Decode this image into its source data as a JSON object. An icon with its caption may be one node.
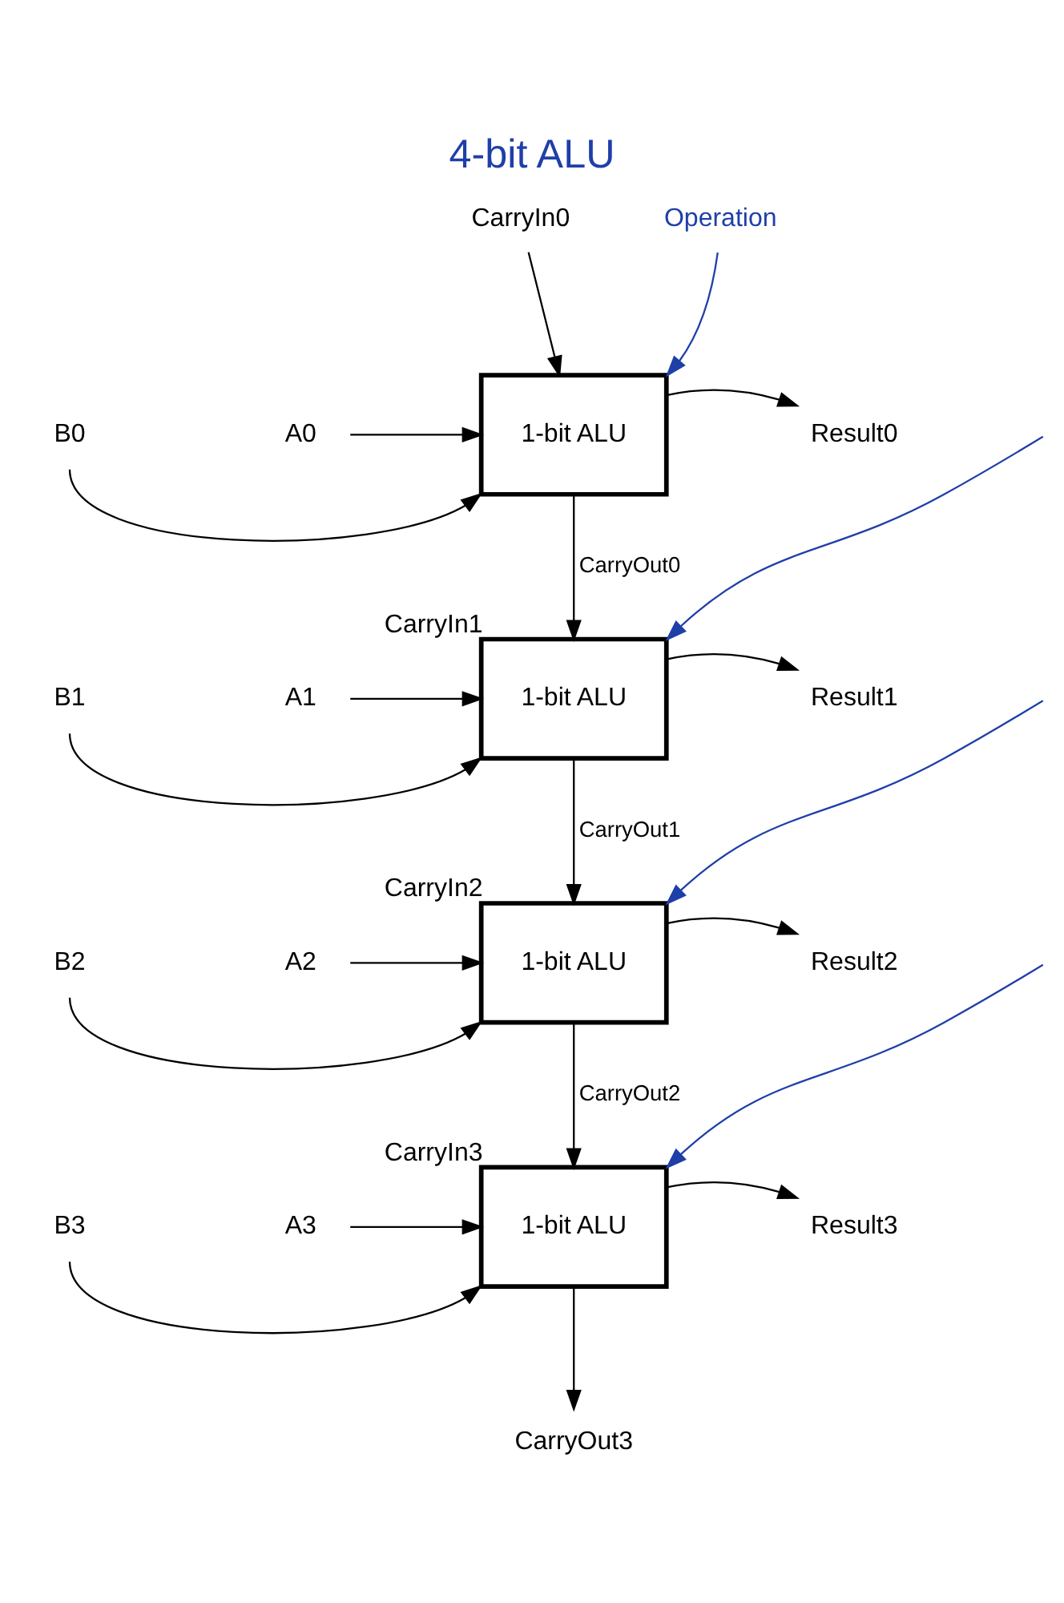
{
  "diagram": {
    "title": "4-bit ALU",
    "nodes": [
      {
        "text": [
          "CarryIn0"
        ]
      },
      {
        "text": [
          "Operation"
        ]
      },
      {
        "text": [
          "A0"
        ]
      },
      {
        "text": [
          "B0"
        ]
      },
      {
        "text": [
          "1-bit ALU"
        ]
      },
      {
        "text": [
          "Result0"
        ]
      },
      {
        "text": [
          "A1"
        ]
      },
      {
        "text": [
          "B1"
        ]
      },
      {
        "text": [
          "1-bit ALU"
        ],
        "beside": [
          "CarryIn1"
        ]
      },
      {
        "text": [
          "Result1"
        ]
      },
      {
        "text": [
          "A2"
        ]
      },
      {
        "text": [
          "B2"
        ]
      },
      {
        "text": [
          "1-bit ALU"
        ],
        "beside": [
          "CarryIn2"
        ]
      },
      {
        "text": [
          "Result2"
        ]
      },
      {
        "text": [
          "A3"
        ]
      },
      {
        "text": [
          "B3"
        ]
      },
      {
        "text": [
          "1-bit ALU"
        ],
        "beside": [
          "CarryIn3"
        ]
      },
      {
        "text": [
          "Result3"
        ]
      },
      {
        "text": [
          "CarryOut3"
        ]
      }
    ],
    "edges": [
      {
        "from": 0,
        "to": 4,
        "arrow": "to"
      },
      {
        "from": 1,
        "to": 4,
        "arrow": "to",
        "color": "#1f3fa8"
      },
      {
        "from": 2,
        "to": 4,
        "arrow": "to"
      },
      {
        "from": 3,
        "to": 4,
        "arrow": "to"
      },
      {
        "from": 4,
        "to": 5,
        "arrow": "to"
      },
      {
        "from": 4,
        "to": 8,
        "arrow": "to",
        "label": "CarryOut0"
      },
      {
        "from": null,
        "to": 8,
        "arrow": "to",
        "color": "#1f3fa8"
      },
      {
        "from": 6,
        "to": 8,
        "arrow": "to"
      },
      {
        "from": 7,
        "to": 8,
        "arrow": "to"
      },
      {
        "from": 8,
        "to": 9,
        "arrow": "to"
      },
      {
        "from": 8,
        "to": 12,
        "arrow": "to",
        "label": "CarryOut1"
      },
      {
        "from": null,
        "to": 12,
        "arrow": "to",
        "color": "#1f3fa8"
      },
      {
        "from": 10,
        "to": 12,
        "arrow": "to"
      },
      {
        "from": 11,
        "to": 12,
        "arrow": "to"
      },
      {
        "from": 12,
        "to": 13,
        "arrow": "to"
      },
      {
        "from": 12,
        "to": 16,
        "arrow": "to",
        "label": "CarryOut2"
      },
      {
        "from": null,
        "to": 16,
        "arrow": "to",
        "color": "#1f3fa8"
      },
      {
        "from": 14,
        "to": 16,
        "arrow": "to"
      },
      {
        "from": 15,
        "to": 16,
        "arrow": "to"
      },
      {
        "from": 16,
        "to": 17,
        "arrow": "to"
      },
      {
        "from": 16,
        "to": 18,
        "arrow": "to"
      }
    ]
  }
}
